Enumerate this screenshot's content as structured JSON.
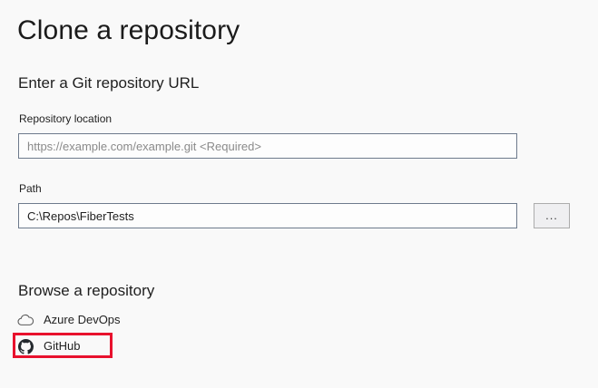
{
  "dialog": {
    "title": "Clone a repository"
  },
  "url_section": {
    "heading": "Enter a Git repository URL",
    "repository_location": {
      "label": "Repository location",
      "value": "",
      "placeholder": "https://example.com/example.git <Required>"
    },
    "path": {
      "label": "Path",
      "value": "C:\\Repos\\FiberTests",
      "placeholder": ""
    },
    "browse_button": {
      "label": "...",
      "icon": "ellipsis-icon"
    }
  },
  "browse_section": {
    "heading": "Browse a repository",
    "providers": [
      {
        "label": "Azure DevOps",
        "icon": "cloud-icon",
        "highlighted": false
      },
      {
        "label": "GitHub",
        "icon": "github-icon",
        "highlighted": true
      }
    ]
  },
  "annotation": {
    "color": "#e8112d",
    "target": "GitHub"
  },
  "colors": {
    "background": "#f9f9f9",
    "input_border": "#6d7a8c",
    "input_background": "#fdfdfd",
    "text": "#1e1e1e",
    "placeholder_text": "#8a8a8a",
    "button_background": "#efeff1",
    "button_border": "#acacac",
    "annotation_red": "#e8112d",
    "github_icon": "#24292e"
  }
}
